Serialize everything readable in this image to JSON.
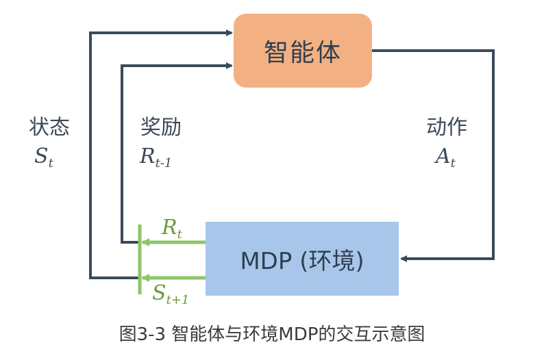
{
  "agent": {
    "label": "智能体"
  },
  "environment": {
    "label": "MDP (环境)"
  },
  "state": {
    "label": "状态",
    "symbol": "S",
    "subscript": "t"
  },
  "reward": {
    "label": "奖励",
    "symbol": "R",
    "subscript": "t-1"
  },
  "action": {
    "label": "动作",
    "symbol": "A",
    "subscript": "t"
  },
  "reward_next": {
    "symbol": "R",
    "subscript": "t"
  },
  "state_next": {
    "symbol": "S",
    "subscript": "t+1"
  },
  "caption": "图3-3 智能体与环境MDP的交互示意图",
  "colors": {
    "agent_fill": "#f3b183",
    "env_fill": "#a7c6e9",
    "loop_arrow": "#3a4a5c",
    "signal_arrow": "#8cc56a"
  }
}
